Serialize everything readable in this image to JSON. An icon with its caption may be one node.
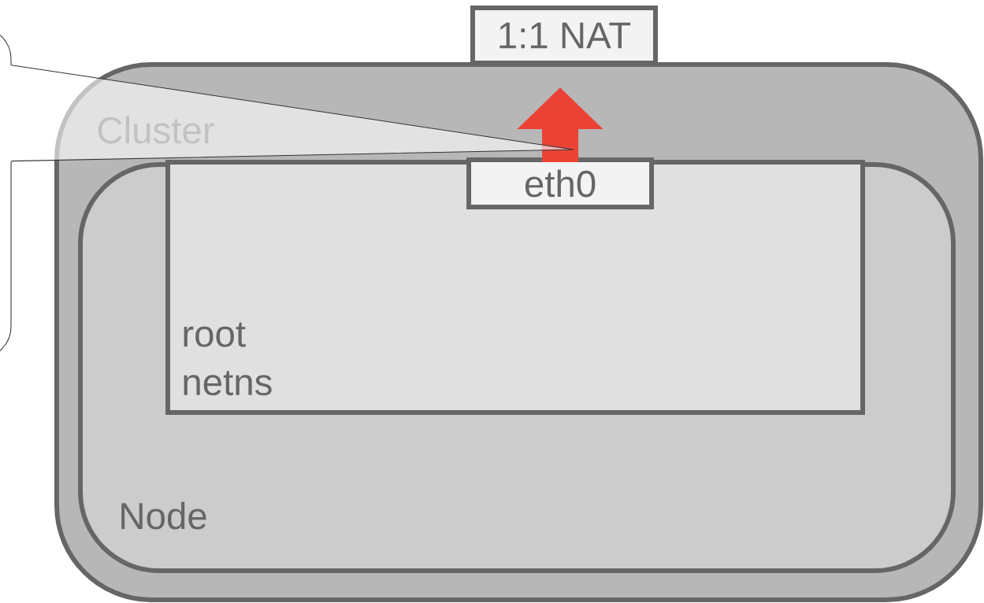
{
  "diagram": {
    "nodes": [
      {
        "text": [
          "Cluster"
        ]
      },
      {
        "text": [
          "Node"
        ],
        "in": 0
      },
      {
        "text": [
          "root netns"
        ],
        "in": 1
      },
      {
        "text": [
          "eth0"
        ],
        "in": 2
      },
      {
        "text": [
          "1:1 NAT"
        ]
      },
      {
        "text": [],
        "shape": "callout"
      }
    ],
    "edges": [
      {
        "from": 3,
        "to": 4,
        "arrow": "to",
        "style": "thick",
        "color": "#ea4335"
      },
      {
        "from": 5,
        "to": null,
        "arrow": "none",
        "color": "#333333"
      }
    ]
  }
}
